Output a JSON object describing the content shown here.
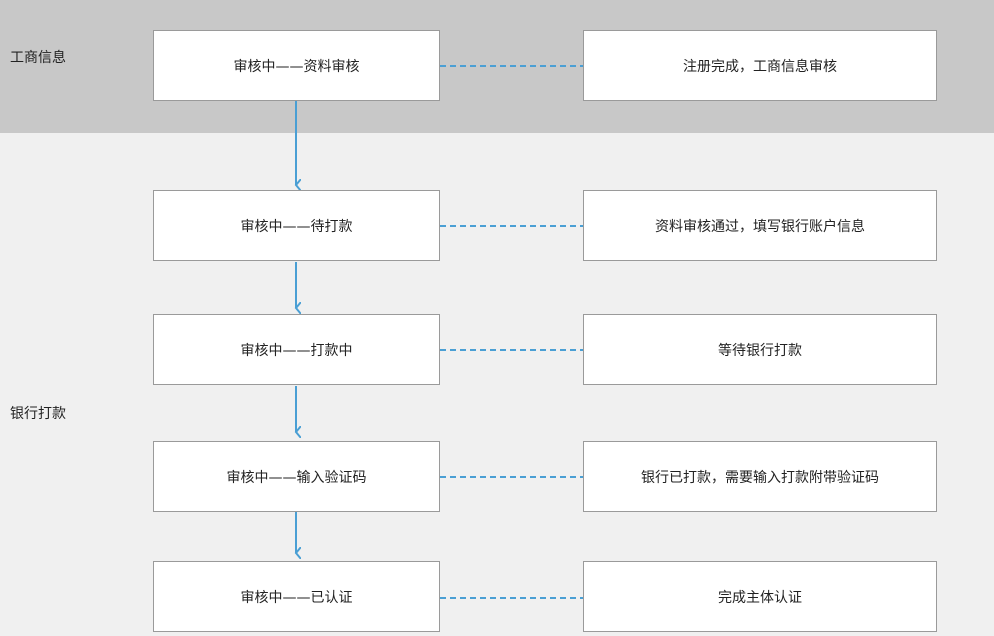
{
  "sections": [
    {
      "label": "工商信息"
    },
    {
      "label": "银行打款"
    }
  ],
  "steps": [
    {
      "status": "审核中——资料审核",
      "description": "注册完成，工商信息审核"
    },
    {
      "status": "审核中——待打款",
      "description": "资料审核通过，填写银行账户信息"
    },
    {
      "status": "审核中——打款中",
      "description": "等待银行打款"
    },
    {
      "status": "审核中——输入验证码",
      "description": "银行已打款，需要输入打款附带验证码"
    },
    {
      "status": "审核中——已认证",
      "description": "完成主体认证"
    }
  ],
  "colors": {
    "top_band": "#c8c8c8",
    "bottom_band": "#f0f0f0",
    "connector": "#4a9fd4",
    "box_border": "#9a9a9a"
  }
}
